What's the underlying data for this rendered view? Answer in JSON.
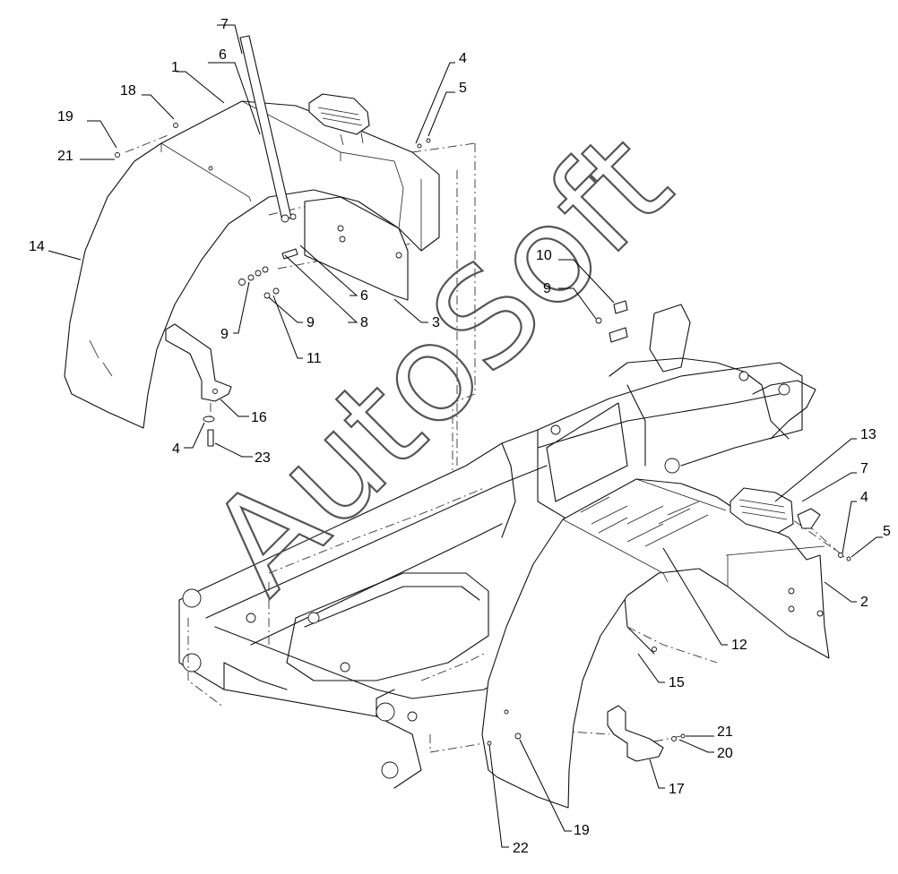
{
  "diagram": {
    "watermark": "AutoSoft",
    "part_labels": [
      "1",
      "2",
      "3",
      "4",
      "5",
      "6",
      "7",
      "8",
      "9",
      "10",
      "11",
      "12",
      "13",
      "14",
      "15",
      "16",
      "17",
      "18",
      "19",
      "20",
      "21",
      "22",
      "23"
    ],
    "callouts": {
      "c1": "1",
      "c6a": "6",
      "c7a": "7",
      "c18": "18",
      "c19a": "19",
      "c21a": "21",
      "c14": "14",
      "c4a": "4",
      "c5a": "5",
      "c6b": "6",
      "c8": "8",
      "c3": "3",
      "c9a": "9",
      "c9b": "9",
      "c11": "11",
      "c16": "16",
      "c4b": "4",
      "c23": "23",
      "c10": "10",
      "c9c": "9",
      "c13": "13",
      "c7b": "7",
      "c4c": "4",
      "c5b": "5",
      "c2": "2",
      "c12": "12",
      "c15": "15",
      "c21b": "21",
      "c20": "20",
      "c17": "17",
      "c19b": "19",
      "c22": "22"
    }
  }
}
